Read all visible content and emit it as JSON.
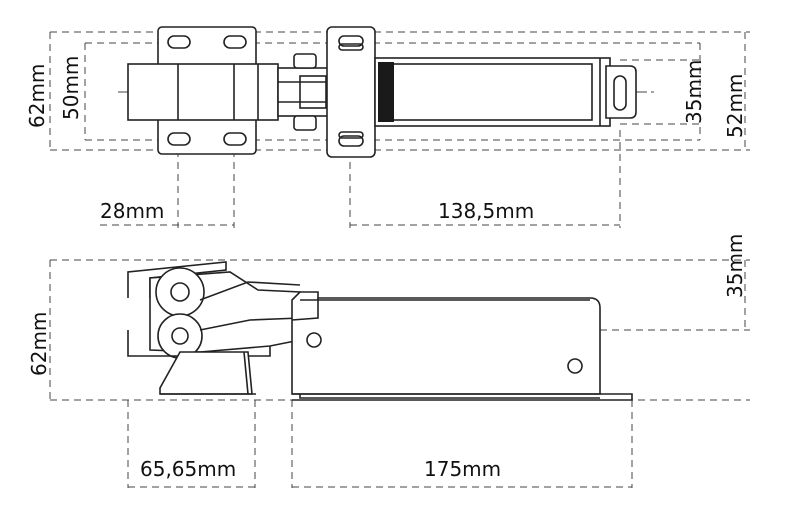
{
  "dimensions": {
    "top_height_outer": "62mm",
    "top_height_inner": "50mm",
    "top_hinge_width": "28mm",
    "top_right_length": "138,5mm",
    "top_slot_height": "35mm",
    "top_body_height": "52mm",
    "side_height": "62mm",
    "side_right_height": "35mm",
    "side_left_length": "65,65mm",
    "side_right_length": "175mm"
  },
  "colors": {
    "line": "#222222",
    "background": "#ffffff"
  }
}
